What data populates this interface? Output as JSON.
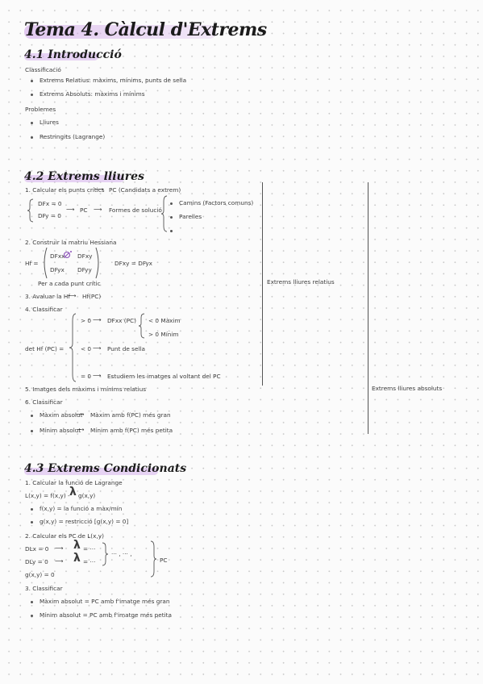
{
  "title": "Tema 4. Càlcul d'Extrems",
  "s1": {
    "heading": "4.1 Introducció",
    "classificacio": "Classificació",
    "c1": "Extrems Relatius: màxims, mínims, punts de sella",
    "c2": "Extrems Absoluts: màxims i mínims",
    "problemes": "Problemes",
    "p1": "Lliures",
    "p2": "Restringits (Lagrange)"
  },
  "s2": {
    "heading": "4.2 Extrems lliures",
    "step1": "1. Calcular els punts crítics",
    "step1_res": "PC (Candidats a extrem)",
    "dfx": "DFx = 0",
    "dfy": "DFy = 0",
    "pc": "PC",
    "formes": "Formes de solució",
    "f1": "Camins (Factors comuns)",
    "f2": "Parelles",
    "f3": "...",
    "step2": "2. Construir la matriu Hessiana",
    "hf": "Hf =",
    "m11": "DFxx",
    "m12": "DFxy",
    "m21": "DFyx",
    "m22": "DFyy",
    "dfxy_eq": "DFxy = DFyx",
    "per_cada": "Per a cada punt crític",
    "step3": "3. Avaluar la Hf",
    "step3_res": "Hf(PC)",
    "step4": "4. Classificar",
    "det": "det Hf (PC) =",
    "gt0": "> 0",
    "dfxx_pc": "DFxx (PC)",
    "lt0": "< 0 Màxim",
    "gt0b": "> 0 Mínim",
    "lt0b": "< 0",
    "punt_sella": "Punt de sella",
    "eq0": "= 0",
    "estudiem": "Estudiem les imatges al voltant del PC",
    "step5": "5. Imatges dels màxims i mínims relatius",
    "step6": "6. Classificar",
    "max_abs": "Màxim absolut",
    "max_abs_res": "Màxim amb f(PC) més gran",
    "min_abs": "Mínim absolut",
    "min_abs_res": "Mínim amb f(PC) més petita",
    "side_rel": "Extrems lliures relatius",
    "side_abs": "Extrems lliures absoluts"
  },
  "s3": {
    "heading": "4.3 Extrems Condicionats",
    "step1": "1. Calcular la funció de Lagrange",
    "lagr_a": "L(x,y) = f(x,y) -",
    "lambda": "λ",
    "lagr_b": "g(x,y)",
    "b1": "f(x,y) = la funció a màx/mín",
    "b2": "g(x,y) = restricció [g(x,y) = 0]",
    "step2": "2. Calcular els PC de L(x,y)",
    "dlx": "DLx = 0",
    "dly": "DLy = 0",
    "gxy": "g(x,y) = 0",
    "dots": "= ···",
    "dots2": "··· , ··· ,",
    "pc": "PC",
    "step3": "3. Classificar",
    "r1": "Màxim absolut = PC amb f'imatge més gran",
    "r2": "Mínim absolut = PC amb f'imatge més petita"
  }
}
